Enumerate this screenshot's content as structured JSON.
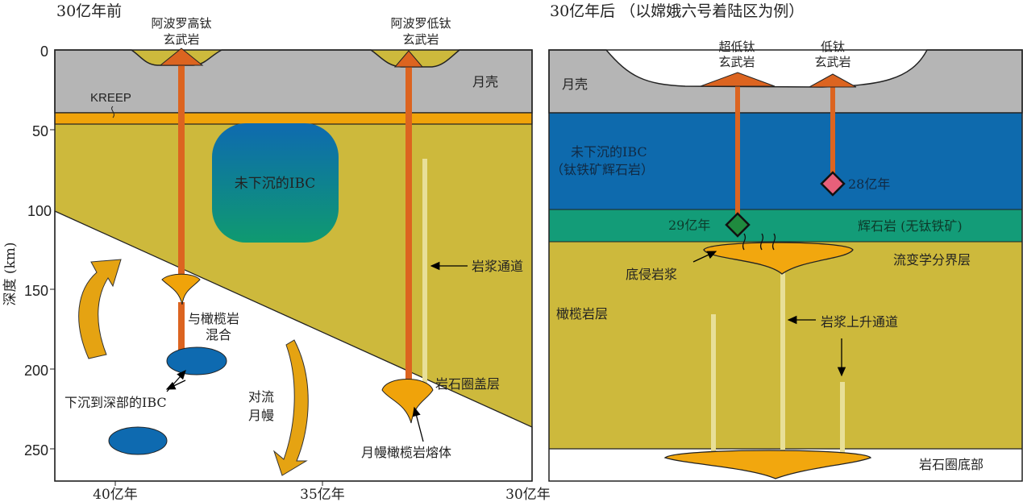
{
  "left_panel": {
    "title": "30亿年前",
    "high_ti_label": [
      "阿波罗高钛",
      "玄武岩"
    ],
    "low_ti_label": [
      "阿波罗低钛",
      "玄武岩"
    ],
    "crust": "月壳",
    "kreep": "KREEP",
    "ibc_unsunk": "未下沉的IBC",
    "magma_channel": "岩浆通道",
    "mix_label": [
      "与橄榄岩",
      "混合"
    ],
    "sunk_ibc": "下沉到深部的IBC",
    "convection": [
      "对流",
      "月幔"
    ],
    "lithosphere_lid": "岩石圈盖层",
    "mantle_melt": "月幔橄榄岩熔体",
    "y_axis_label": "深度 (km)",
    "y_ticks": [
      "0",
      "50",
      "100",
      "150",
      "200",
      "250"
    ],
    "x_ticks": [
      "40亿年",
      "35亿年",
      "30亿年"
    ]
  },
  "right_panel": {
    "title": "30亿年后 （以嫦娥六号着陆区为例）",
    "ultra_low_ti_label": [
      "超低钛",
      "玄武岩"
    ],
    "low_ti_label": [
      "低钛",
      "玄武岩"
    ],
    "crust": "月壳",
    "ibc_unsunk": [
      "未下沉的IBC",
      "（钛铁矿辉石岩）"
    ],
    "age_28": "28亿年",
    "age_29": "29亿年",
    "pyroxenite": "辉石岩 (无钛铁矿)",
    "rheology_boundary": "流变学分界层",
    "underplating_magma": "底侵岩浆",
    "peridotite_layer": "橄榄岩层",
    "ascent_channel": "岩浆上升通道",
    "lithosphere_base": "岩石圈底部"
  },
  "colors": {
    "crust": "#b5b5b5",
    "kreep": "#f0a30a",
    "mantle": "#cdb93c",
    "ibc_blue": "#0e6aad",
    "pyroxenite_green": "#139c78",
    "basalt_orange": "#dc6420",
    "magma": "#f2a70e"
  }
}
